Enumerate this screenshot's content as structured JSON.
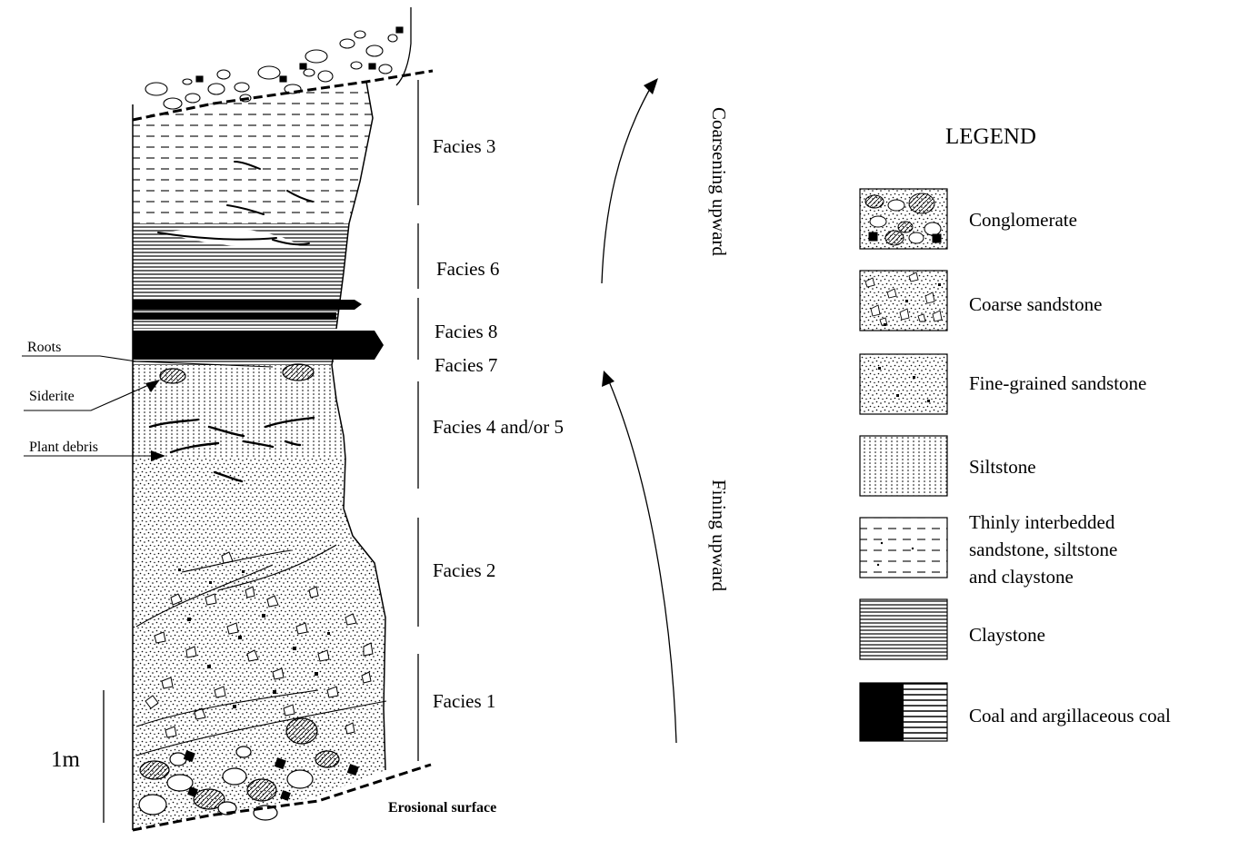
{
  "scale_bar": {
    "label": "1m"
  },
  "facies_labels": {
    "f3": "Facies 3",
    "f6": "Facies 6",
    "f8": "Facies 8",
    "f7": "Facies 7",
    "f45": "Facies 4 and/or 5",
    "f2": "Facies 2",
    "f1": "Facies 1"
  },
  "annotations": {
    "roots": "Roots",
    "siderite": "Siderite",
    "plant_debris": "Plant debris",
    "erosional_surface": "Erosional surface"
  },
  "trends": {
    "coarsening": "Coarsening upward",
    "fining": "Fining upward"
  },
  "legend": {
    "title": "LEGEND",
    "items": [
      {
        "id": "conglomerate",
        "lines": [
          "Conglomerate"
        ]
      },
      {
        "id": "coarse-sandstone",
        "lines": [
          "Coarse sandstone"
        ]
      },
      {
        "id": "fine-sandstone",
        "lines": [
          "Fine-grained sandstone"
        ]
      },
      {
        "id": "siltstone",
        "lines": [
          "Siltstone"
        ]
      },
      {
        "id": "interbedded",
        "lines": [
          "Thinly interbedded",
          "sandstone, siltstone",
          "and claystone"
        ]
      },
      {
        "id": "claystone",
        "lines": [
          "Claystone"
        ]
      },
      {
        "id": "coal",
        "lines": [
          "Coal and argillaceous coal"
        ]
      }
    ]
  }
}
